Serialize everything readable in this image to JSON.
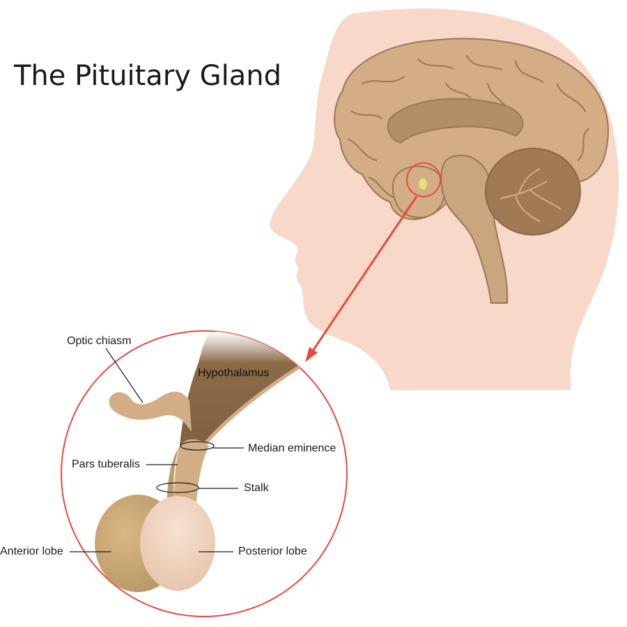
{
  "title": "The Pituitary Gland",
  "labels": {
    "optic_chiasm": "Optic chiasm",
    "hypothalamus": "Hypothalamus",
    "median_eminence": "Median eminence",
    "pars_tuberalis": "Pars tuberalis",
    "stalk": "Stalk",
    "anterior_lobe": "Anterior lobe",
    "posterior_lobe": "Posterior lobe"
  },
  "colors": {
    "skin": "#f8d9c9",
    "brain": "#d2ad86",
    "brain_outline": "#9a7752",
    "brain_dark": "#b28f68",
    "cerebellum": "#a07a54",
    "pointer": "#e84a3c",
    "hypothalamus": "#8a6a48",
    "anterior_lobe": "#c9a774",
    "posterior_lobe": "#f2d6c2"
  }
}
